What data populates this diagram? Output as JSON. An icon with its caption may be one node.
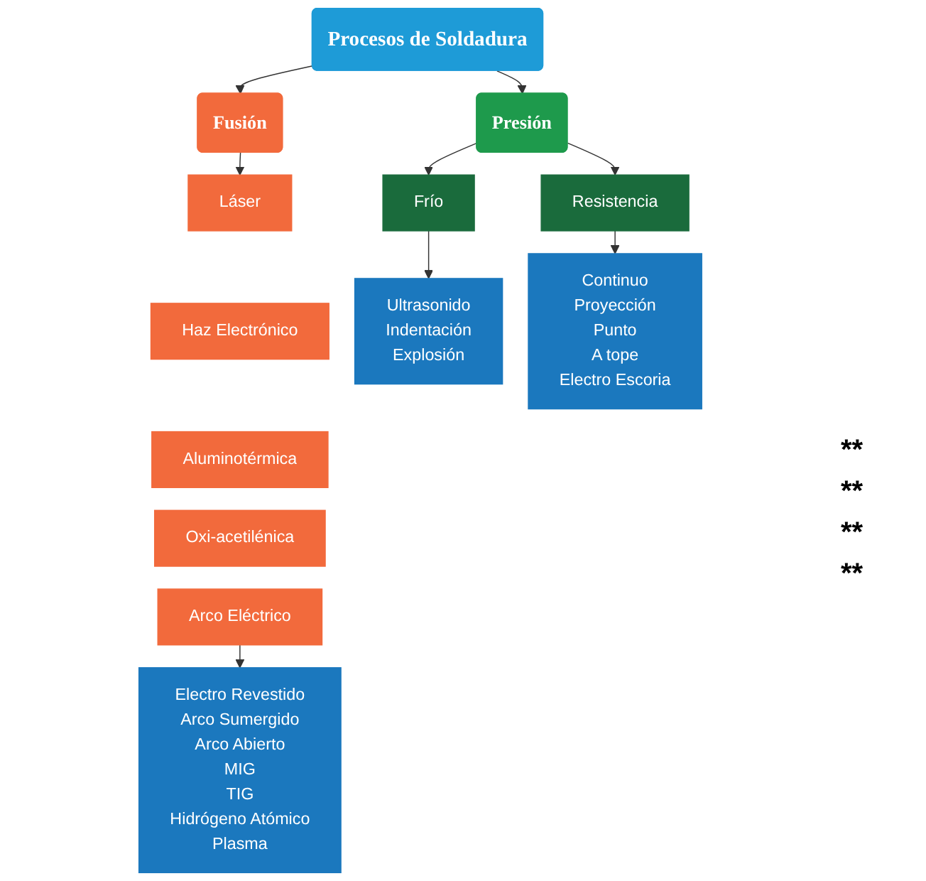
{
  "diagram": {
    "nodes": [
      {
        "text": [
          "Procesos de Soldadura"
        ]
      },
      {
        "text": [
          "Fusión"
        ]
      },
      {
        "text": [
          "Presión"
        ]
      },
      {
        "text": [
          "Láser"
        ]
      },
      {
        "text": [
          "Haz Electrónico"
        ]
      },
      {
        "text": [
          "Aluminotérmica"
        ]
      },
      {
        "text": [
          "Oxi-acetilénica"
        ]
      },
      {
        "text": [
          "Arco Eléctrico"
        ]
      },
      {
        "text": [
          "Electro Revestido",
          "Arco Sumergido",
          "Arco Abierto",
          "MIG",
          "TIG",
          "Hidrógeno Atómico",
          "Plasma"
        ]
      },
      {
        "text": [
          "Frío"
        ]
      },
      {
        "text": [
          "Resistencia"
        ]
      },
      {
        "text": [
          "Ultrasonido",
          "Indentación",
          "Explosión"
        ]
      },
      {
        "text": [
          "Continuo",
          "Proyección",
          "Punto",
          "A tope",
          "Electro Escoria"
        ]
      }
    ],
    "edges": [
      {
        "from": 0,
        "to": 1,
        "arrow": "to"
      },
      {
        "from": 0,
        "to": 2,
        "arrow": "to"
      },
      {
        "from": 1,
        "to": 3,
        "arrow": "to"
      },
      {
        "from": 7,
        "to": 8,
        "arrow": "to"
      },
      {
        "from": 2,
        "to": 9,
        "arrow": "to"
      },
      {
        "from": 2,
        "to": 10,
        "arrow": "to"
      },
      {
        "from": 9,
        "to": 11,
        "arrow": "to"
      },
      {
        "from": 10,
        "to": 12,
        "arrow": "to"
      }
    ],
    "labels": [
      "**",
      "**",
      "**",
      "**"
    ]
  }
}
